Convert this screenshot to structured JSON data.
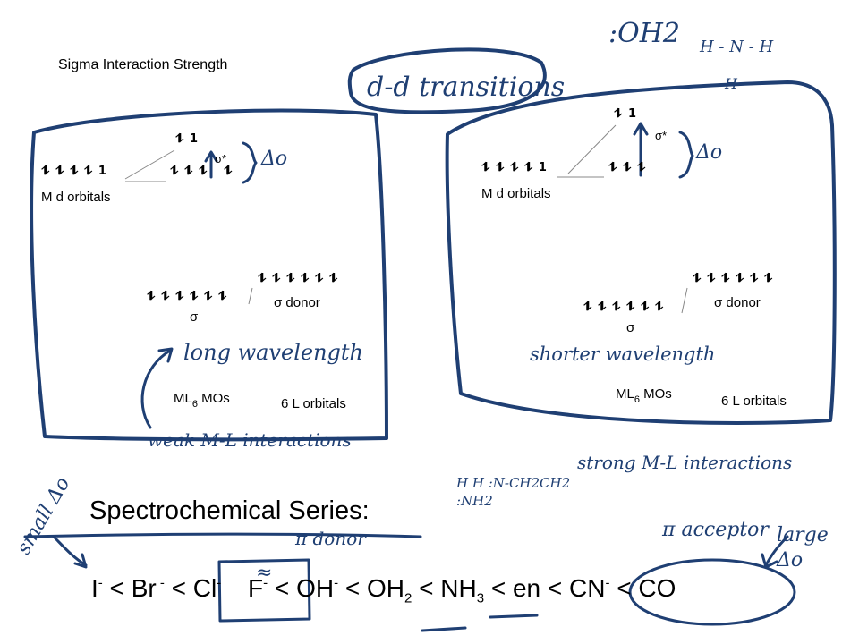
{
  "header": {
    "title": "Sigma Interaction Strength",
    "dd_note": "d-d transitions"
  },
  "left_diagram": {
    "metal_orbitals": "⥮ ⥮ ⥮ ⥮ 1",
    "metal_label": "M d orbitals",
    "sigma_star_pair": "⥮ 1",
    "sigma_star_label": "σ*",
    "t2g": "⥮ ⥮ ⥮",
    "delta_label": "Δo",
    "ligand_orbitals": "⥮ ⥮ ⥮ ⥮ ⥮ ⥮",
    "ligand_label": "σ donor",
    "bonding_orbitals": "⥮ ⥮ ⥮ ⥮ ⥮ ⥮",
    "bonding_label": "σ",
    "mo_label_main": "ML",
    "mo_label_sub": "6",
    "mo_label_end": " MOs",
    "l_orbitals_label": "6  L orbitals",
    "wavelength_note": "long wavelength",
    "interaction_note": "weak M-L interactions"
  },
  "right_diagram": {
    "metal_orbitals": "⥮ ⥮ ⥮ ⥮ 1",
    "metal_label": "M d orbitals",
    "sigma_star_pair": "⥮ 1",
    "sigma_star_label": "σ*",
    "t2g": "⥮ ⥮ ⥮",
    "delta_label": "Δo",
    "ligand_orbitals": "⥮ ⥮ ⥮ ⥮ ⥮ ⥮",
    "ligand_label": "σ donor",
    "bonding_orbitals": "⥮ ⥮ ⥮ ⥮ ⥮ ⥮",
    "bonding_label": "σ",
    "mo_label_main": "ML",
    "mo_label_sub": "6",
    "mo_label_end": " MOs",
    "l_orbitals_label": "6  L orbitals",
    "wavelength_note": "shorter wavelength",
    "interaction_note": "strong M-L interactions"
  },
  "structures": {
    "water": ":OH2",
    "ammonia_top": "H - N - H",
    "ammonia_bottom": "H",
    "en": "H H :N-CH2CH2 :NH2"
  },
  "series_section": {
    "title": "Spectrochemical Series:",
    "small_note": "small Δo",
    "large_note": "large Δo",
    "pi_donor_note": "π donor",
    "pi_acceptor_note": "π acceptor",
    "approx_mark": "≈",
    "series": {
      "i": "I",
      "i_sup": "-",
      "lt1": " < ",
      "br": "Br",
      "br_sup": " -",
      "lt2": " < ",
      "cl": "Cl",
      "cl_sup": "-",
      "f": " F",
      "f_sup": "-",
      "lt3": " < ",
      "oh": "OH",
      "oh_sup": "-",
      "lt4": " < ",
      "oh2": "OH",
      "oh2_sub": "2",
      "lt5": " < ",
      "nh3": "NH",
      "nh3_sub": "3",
      "lt6": " < ",
      "en": "en",
      "lt7": " < ",
      "cn": "CN",
      "cn_sup": "-",
      "lt8": " < ",
      "co": "CO"
    }
  }
}
